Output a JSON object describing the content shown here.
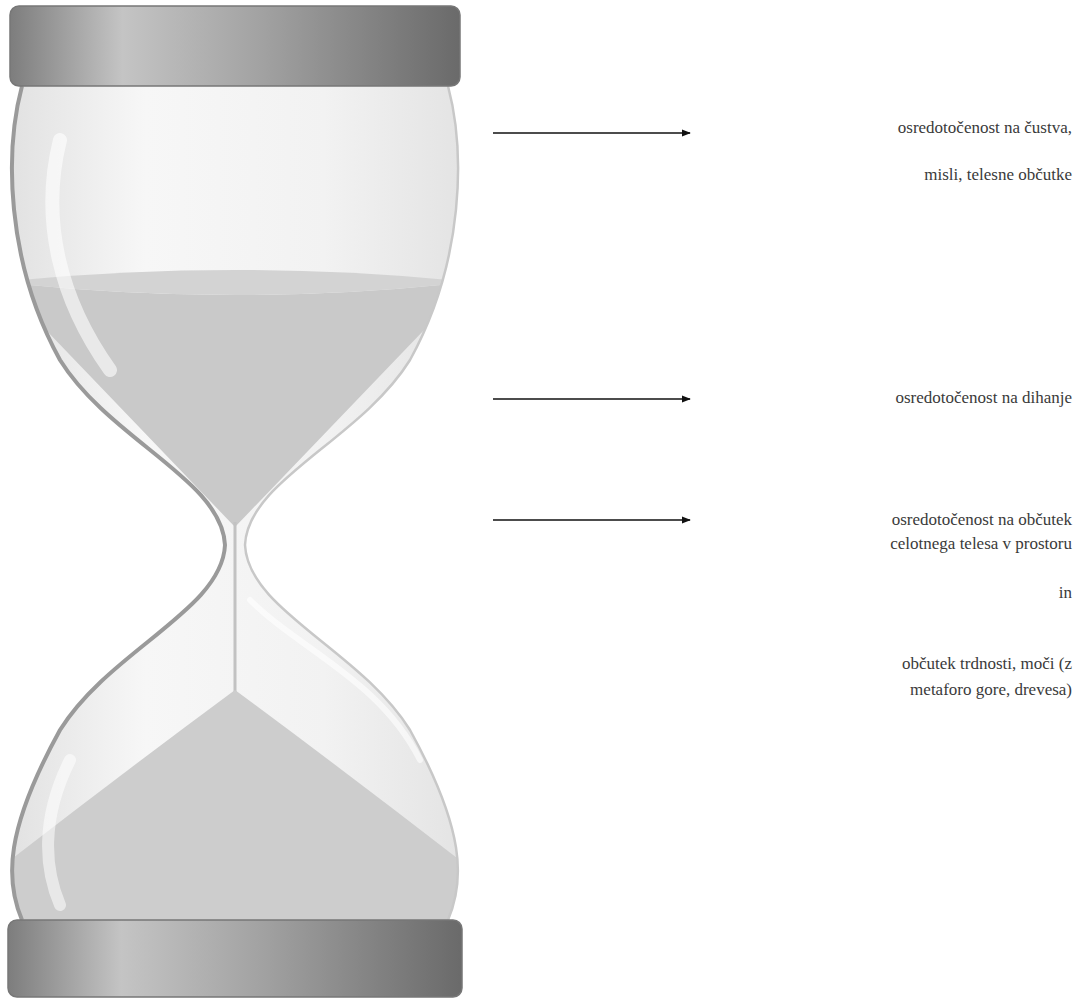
{
  "diagram": {
    "labels": [
      "osredotočenost na čustva, misli, telesne občutke",
      "osredotočenost na dihanje",
      "osredotočenost na občutek celotnega telesa v prostoru",
      "in",
      "občutek trdnosti, moči (z metaforo gore, drevesa)"
    ]
  }
}
